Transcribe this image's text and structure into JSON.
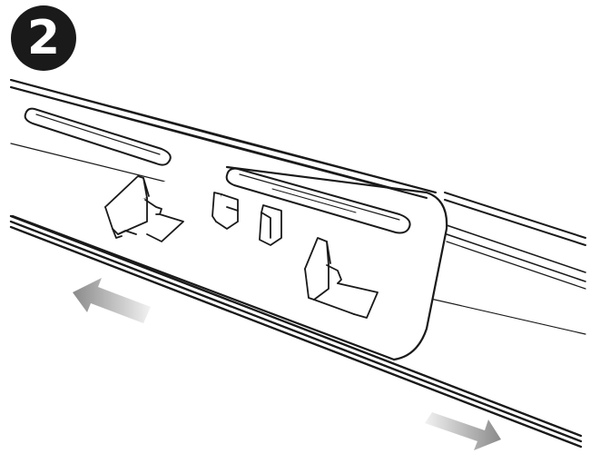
{
  "step_number": "2",
  "colors": {
    "badge_background": "#1a1a1a",
    "badge_text": "#ffffff",
    "line_art": "#1a1a1a",
    "arrow_gradient_start": "#f2f2f2",
    "arrow_gradient_end": "#8a8a8a"
  },
  "arrows": {
    "upper": "slide-left",
    "lower": "slide-right"
  }
}
